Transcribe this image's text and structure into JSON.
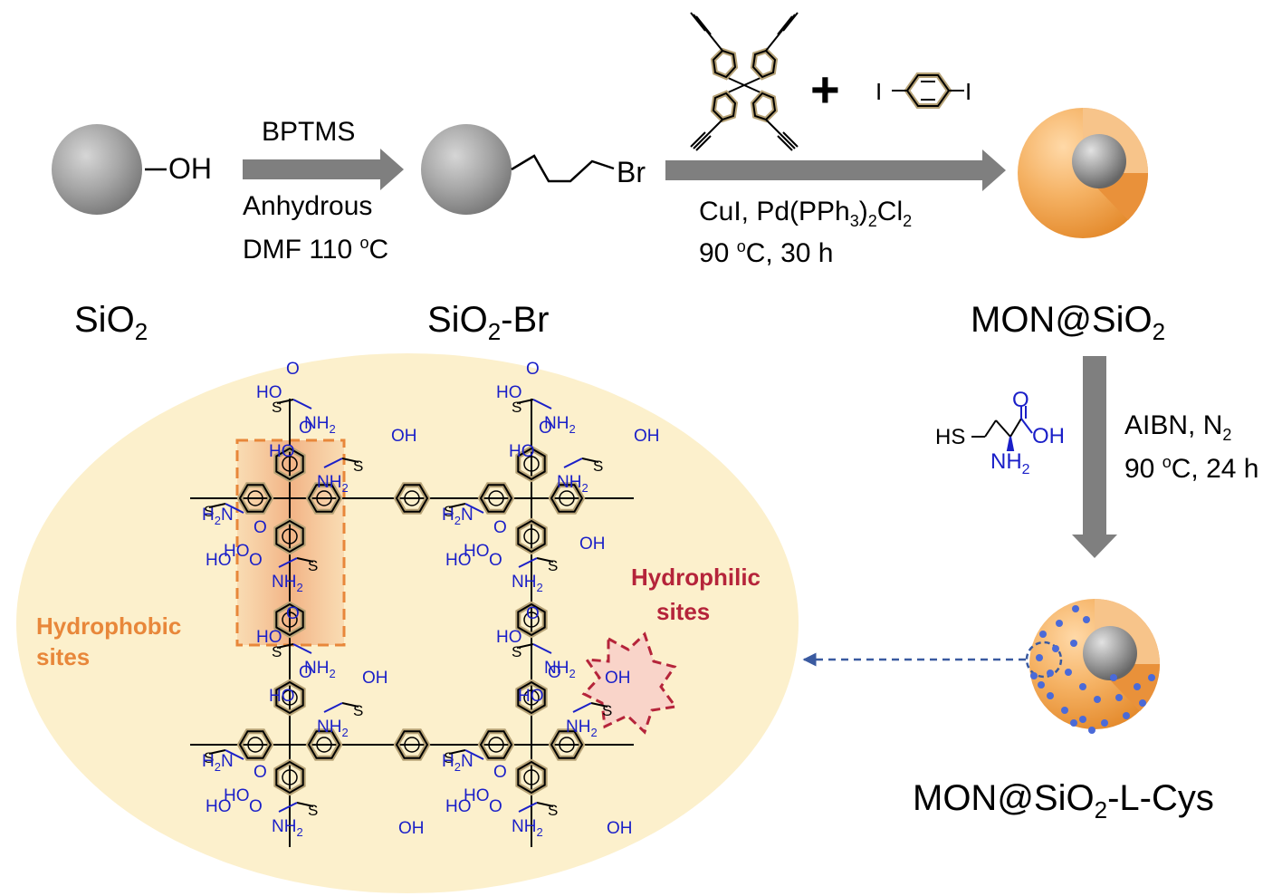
{
  "compounds": {
    "sio2": {
      "base": "SiO",
      "sub": "2"
    },
    "sio2_br": {
      "base": "SiO",
      "sub": "2",
      "suffix": "-Br"
    },
    "mon_sio2": {
      "base": "MON@SiO",
      "sub": "2"
    },
    "mon_sio2_lcys": {
      "base": "MON@SiO",
      "sub": "2",
      "suffix": "-L-Cys"
    }
  },
  "groups": {
    "oh": "OH",
    "br": "Br",
    "iodine": "I",
    "plus": "+"
  },
  "step1": {
    "reagent": "BPTMS",
    "solvent": "Anhydrous",
    "conditions": {
      "pre": "DMF 110 ",
      "sup": "o",
      "post": "C"
    }
  },
  "step2": {
    "catalyst": {
      "pre": "CuI, Pd(PPh",
      "sub1": "3",
      "mid": ")",
      "sub2": "2",
      "post": "Cl",
      "sub3": "2"
    },
    "conditions": {
      "pre": "90 ",
      "sup": "o",
      "post": "C, 30 h"
    }
  },
  "step3": {
    "initiator": {
      "pre": "AIBN, N",
      "sub": "2"
    },
    "conditions": {
      "pre": "90 ",
      "sup": "o",
      "post": "C, 24 h"
    },
    "cysteine": {
      "hs": "HS",
      "o": "O",
      "oh": "OH",
      "nh2": {
        "base": "NH",
        "sub": "2"
      }
    }
  },
  "network": {
    "hydrophobic_label": [
      "Hydrophobic",
      "sites"
    ],
    "hydrophilic_label": [
      "Hydrophilic",
      "sites"
    ],
    "s": "S",
    "ho": "HO",
    "oh": "OH",
    "o": "O",
    "nh2": {
      "base": "NH",
      "sub": "2"
    },
    "h2n": {
      "base": "H",
      "sub": "2",
      "post": "N"
    }
  },
  "colors": {
    "sphere_gray": "#8c8c8c",
    "arrow_gray": "#7f7f7f",
    "shell_orange": "#f0a040",
    "ellipse_fill": "#fcf0cc",
    "hydrophobic": "#e8873a",
    "hydrophilic": "#b5243a",
    "amino_blue": "#1a1fc8",
    "ring_gold": "#b6a276",
    "dashed_arrow": "#3a5aa0"
  }
}
